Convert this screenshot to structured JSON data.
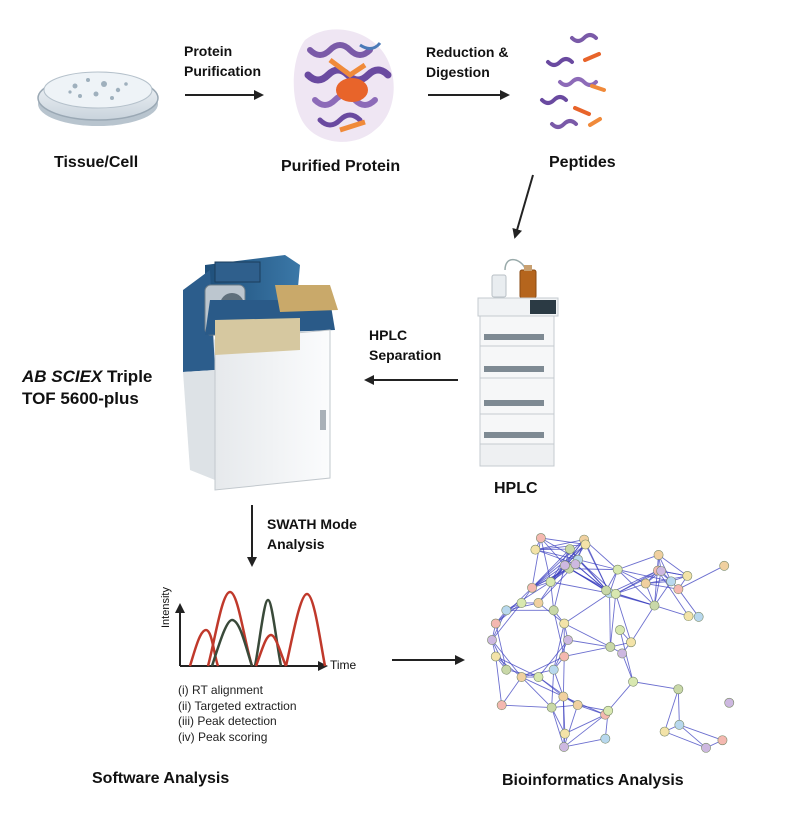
{
  "labels": {
    "tissue": "Tissue/Cell",
    "purified_protein": "Purified Protein",
    "peptides": "Peptides",
    "hplc": "HPLC",
    "ms_italic": "AB SCIEX",
    "ms_rest1": " Triple",
    "ms_rest2": "TOF 5600-plus",
    "software": "Software Analysis",
    "bioinformatics": "Bioinformatics Analysis"
  },
  "arrows": {
    "protein_purification_1": "Protein",
    "protein_purification_2": "Purification",
    "reduction_1": "Reduction &",
    "reduction_2": "Digestion",
    "hplc_sep_1": "HPLC",
    "hplc_sep_2": "Separation",
    "swath_1": "SWATH Mode",
    "swath_2": "Analysis"
  },
  "software_panel": {
    "y_axis": "Intensity",
    "x_axis": "Time",
    "steps": [
      "(i)   RT alignment",
      "(ii)  Targeted extraction",
      "(iii) Peak detection",
      "(iv) Peak scoring"
    ]
  },
  "colors": {
    "peak_red": "#c0392b",
    "peak_dark": "#3a4a3a",
    "network_edge": "#3b3fbf",
    "protein_purple": "#6a4aa0",
    "protein_orange": "#e8642a"
  }
}
